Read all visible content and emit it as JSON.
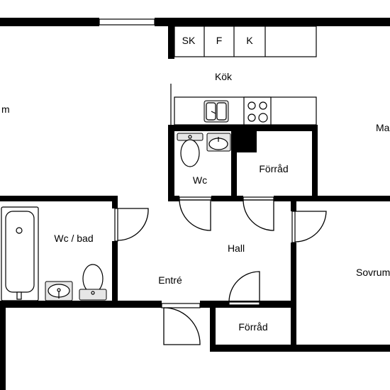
{
  "rooms": {
    "vardagsrum_partial": "m",
    "kok": "Kök",
    "master_partial": "Ma",
    "wc": "Wc",
    "forrad_top": "Förråd",
    "wc_bad": "Wc / bad",
    "hall": "Hall",
    "entre": "Entré",
    "sovrum_partial": "Sovrum",
    "forrad_bottom": "Förråd"
  },
  "appliances": {
    "sk": "SK",
    "f": "F",
    "k": "K"
  }
}
